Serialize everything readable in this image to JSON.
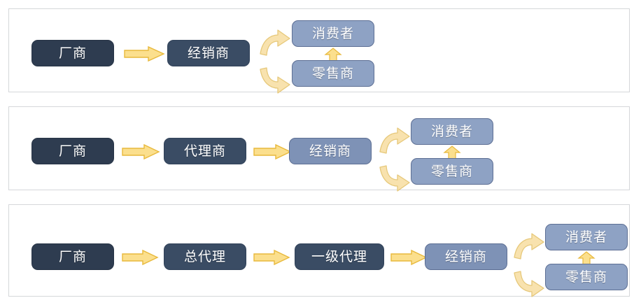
{
  "figure": {
    "type": "distribution-channel-diagram",
    "background": "#ffffff",
    "panel_border": "#d5d7da",
    "colors": {
      "node_darkest": "#2e3c50",
      "node_dark": "#3a4c64",
      "node_mid": "#7e92b6",
      "node_light": "#8ea2c4",
      "node_border_dark": "#273446",
      "node_border_light": "#5d6f94",
      "arrow_fill": "#fbdf8d",
      "arrow_stroke": "#e8b93c",
      "arrow_curve_fill": "#f8e2ae",
      "arrow_curve_stroke": "#e6c87a",
      "label_text": "#ffffff"
    }
  },
  "panels": [
    {
      "id": "panel-1",
      "nodes": [
        {
          "id": "r1-maker",
          "label": "厂商",
          "tone": "darkest"
        },
        {
          "id": "r1-dealer",
          "label": "经销商",
          "tone": "dark"
        },
        {
          "id": "r1-consumer",
          "label": "消费者",
          "tone": "light"
        },
        {
          "id": "r1-retailer",
          "label": "零售商",
          "tone": "light"
        }
      ],
      "arrows": [
        {
          "id": "r1-arrow-maker-to-dealer",
          "kind": "straight-right"
        },
        {
          "id": "r1-arrow-dealer-to-consumer",
          "kind": "curve-up-right"
        },
        {
          "id": "r1-arrow-dealer-to-retailer",
          "kind": "curve-down-right"
        },
        {
          "id": "r1-arrow-retailer-to-consumer",
          "kind": "straight-up"
        }
      ]
    },
    {
      "id": "panel-2",
      "nodes": [
        {
          "id": "r2-maker",
          "label": "厂商",
          "tone": "darkest"
        },
        {
          "id": "r2-agent",
          "label": "代理商",
          "tone": "dark"
        },
        {
          "id": "r2-dealer",
          "label": "经销商",
          "tone": "mid"
        },
        {
          "id": "r2-consumer",
          "label": "消费者",
          "tone": "light"
        },
        {
          "id": "r2-retailer",
          "label": "零售商",
          "tone": "light"
        }
      ],
      "arrows": [
        {
          "id": "r2-arrow-maker-to-agent",
          "kind": "straight-right"
        },
        {
          "id": "r2-arrow-agent-to-dealer",
          "kind": "straight-right"
        },
        {
          "id": "r2-arrow-dealer-to-consumer",
          "kind": "curve-up-right"
        },
        {
          "id": "r2-arrow-dealer-to-retailer",
          "kind": "curve-down-right"
        },
        {
          "id": "r2-arrow-retailer-to-consumer",
          "kind": "straight-up"
        }
      ]
    },
    {
      "id": "panel-3",
      "nodes": [
        {
          "id": "r3-maker",
          "label": "厂商",
          "tone": "darkest"
        },
        {
          "id": "r3-main-agent",
          "label": "总代理",
          "tone": "dark"
        },
        {
          "id": "r3-first-agent",
          "label": "一级代理",
          "tone": "dark"
        },
        {
          "id": "r3-dealer",
          "label": "经销商",
          "tone": "mid"
        },
        {
          "id": "r3-consumer",
          "label": "消费者",
          "tone": "light"
        },
        {
          "id": "r3-retailer",
          "label": "零售商",
          "tone": "light"
        }
      ],
      "arrows": [
        {
          "id": "r3-arrow-maker-to-main-agent",
          "kind": "straight-right"
        },
        {
          "id": "r3-arrow-main-to-first-agent",
          "kind": "straight-right"
        },
        {
          "id": "r3-arrow-first-agent-to-dealer",
          "kind": "straight-right"
        },
        {
          "id": "r3-arrow-dealer-to-consumer",
          "kind": "curve-up-right"
        },
        {
          "id": "r3-arrow-dealer-to-retailer",
          "kind": "curve-down-right"
        },
        {
          "id": "r3-arrow-retailer-to-consumer",
          "kind": "straight-up"
        }
      ]
    }
  ]
}
